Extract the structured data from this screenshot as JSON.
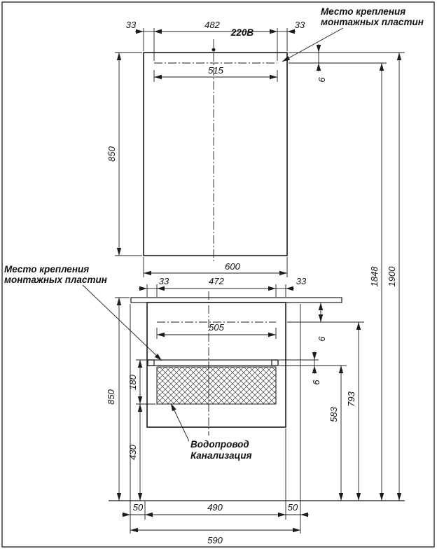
{
  "drawing": {
    "notes": {
      "mount_top_line1": "Место крепления",
      "mount_top_line2": "монтажных пластин",
      "mount_bottom_line1": "Место крепления",
      "mount_bottom_line2": "монтажных пластин",
      "plumbing_line1": "Водопровод",
      "plumbing_line2": "Канализация",
      "power": "220В"
    },
    "dims": {
      "mirror_left_offset": "33",
      "mirror_mount_span": "482",
      "mirror_right_offset": "33",
      "mirror_inner_span": "515",
      "mirror_top_gap": "6",
      "mirror_height": "850",
      "mirror_width": "600",
      "vanity_left_offset": "33",
      "vanity_mount_span": "472",
      "vanity_right_offset": "33",
      "vanity_inner_span": "505",
      "vanity_top_gap": "6",
      "plate_gap": "6",
      "hatch_height": "180",
      "vanity_height": "850",
      "hatch_to_floor": "430",
      "plate_to_floor": "583",
      "mount_to_floor": "793",
      "floor_left": "50",
      "floor_mid": "490",
      "floor_right": "50",
      "floor_total": "590",
      "height_to_mount": "1848",
      "height_total": "1900"
    },
    "colors": {
      "line": "#1c1c1c",
      "background": "#ffffff"
    }
  }
}
